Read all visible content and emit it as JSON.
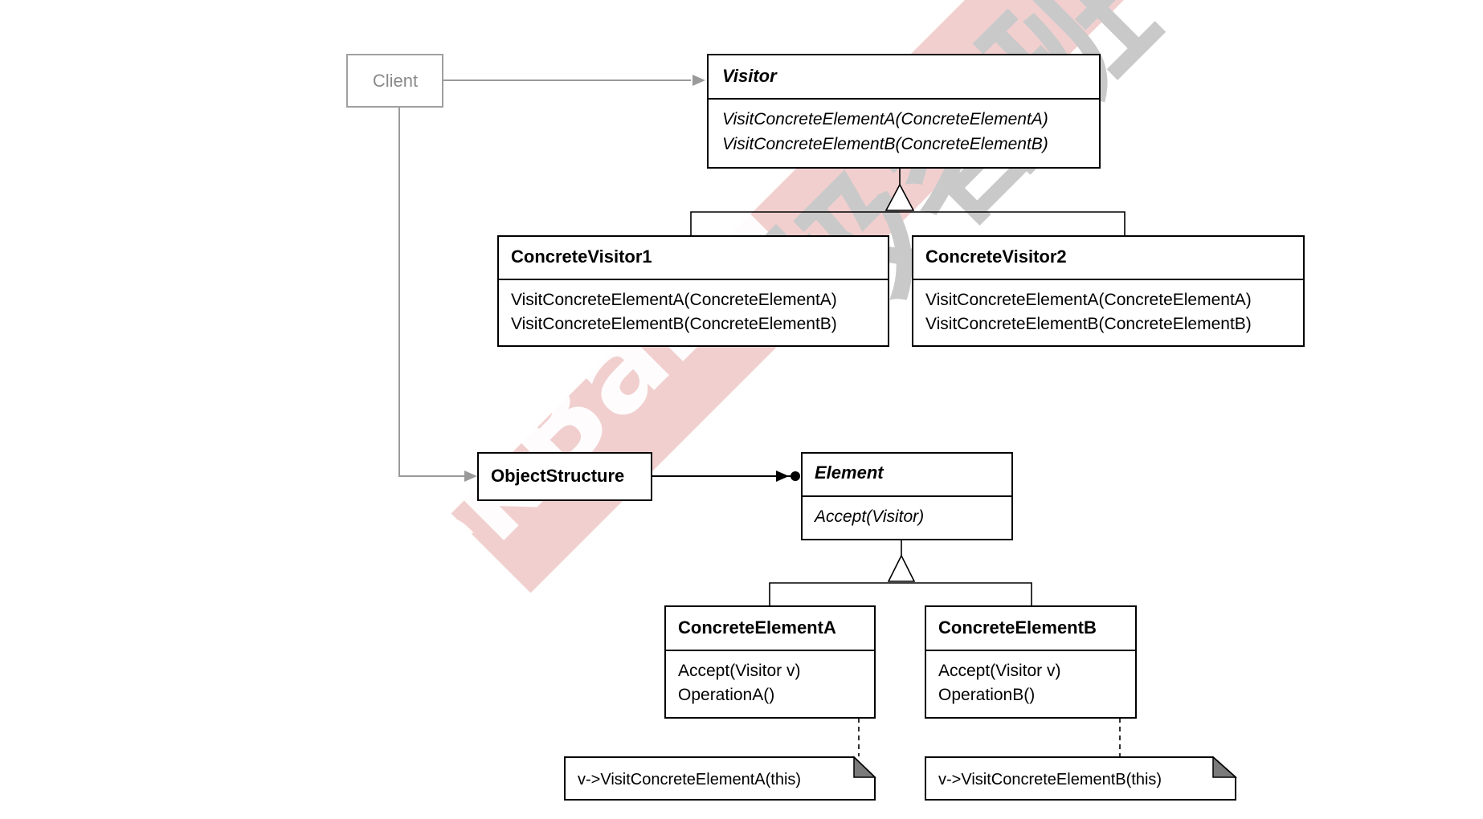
{
  "watermark": {
    "latin": "GeekBand",
    "cjk": "极客班",
    "band_color": "#f1cfcf",
    "cjk_color": "#c9c9c9"
  },
  "colors": {
    "line": "#000000",
    "client_line": "#9a9a9a",
    "client_text": "#8a8a8a",
    "note_corner": "#7a7a7a"
  },
  "client": {
    "name": "Client"
  },
  "visitor": {
    "name": "Visitor",
    "methods": [
      "VisitConcreteElementA(ConcreteElementA)",
      "VisitConcreteElementB(ConcreteElementB)"
    ]
  },
  "concrete_visitor1": {
    "name": "ConcreteVisitor1",
    "methods": [
      "VisitConcreteElementA(ConcreteElementA)",
      "VisitConcreteElementB(ConcreteElementB)"
    ]
  },
  "concrete_visitor2": {
    "name": "ConcreteVisitor2",
    "methods": [
      "VisitConcreteElementA(ConcreteElementA)",
      "VisitConcreteElementB(ConcreteElementB)"
    ]
  },
  "object_structure": {
    "name": "ObjectStructure"
  },
  "element": {
    "name": "Element",
    "methods": [
      "Accept(Visitor)"
    ]
  },
  "concrete_element_a": {
    "name": "ConcreteElementA",
    "methods": [
      "Accept(Visitor v)",
      "OperationA()"
    ],
    "note": "v->VisitConcreteElementA(this)"
  },
  "concrete_element_b": {
    "name": "ConcreteElementB",
    "methods": [
      "Accept(Visitor v)",
      "OperationB()"
    ],
    "note": "v->VisitConcreteElementB(this)"
  }
}
